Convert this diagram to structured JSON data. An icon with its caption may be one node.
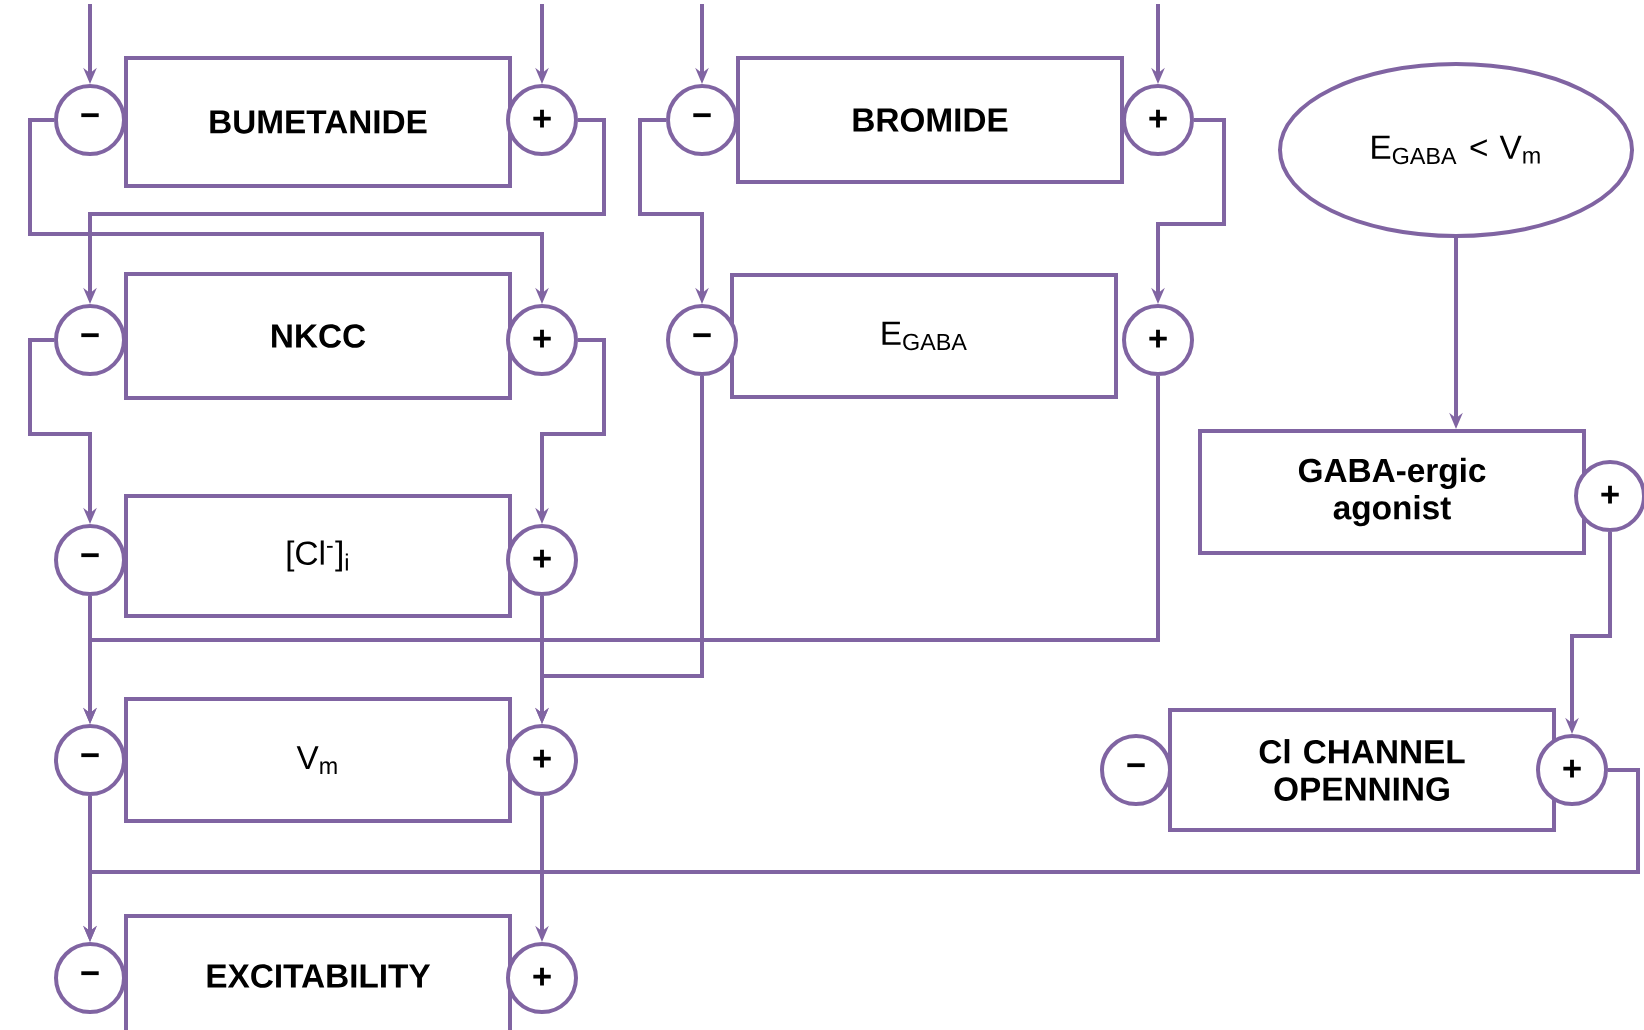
{
  "diagram": {
    "nodes": [
      {
        "text": [
          "BUMETANIDE"
        ]
      },
      {
        "text": [
          "−"
        ]
      },
      {
        "text": [
          "+"
        ]
      },
      {
        "text": [
          "BROMIDE"
        ]
      },
      {
        "text": [
          "−"
        ]
      },
      {
        "text": [
          "+"
        ]
      },
      {
        "text": [
          "E$_{GABA}$ < V$_{m}$"
        ]
      },
      {
        "text": [
          "NKCC"
        ]
      },
      {
        "text": [
          "−"
        ]
      },
      {
        "text": [
          "+"
        ]
      },
      {
        "text": [
          "E$_{GABA}$"
        ]
      },
      {
        "text": [
          "−"
        ]
      },
      {
        "text": [
          "+"
        ]
      },
      {
        "text": [
          "GABA-ergic agonist"
        ]
      },
      {
        "text": [
          "+"
        ]
      },
      {
        "text": [
          "[Cl$^{-}$]$_{i}$"
        ]
      },
      {
        "text": [
          "−"
        ]
      },
      {
        "text": [
          "+"
        ]
      },
      {
        "text": [
          "V$_{m}$"
        ]
      },
      {
        "text": [
          "−"
        ]
      },
      {
        "text": [
          "+"
        ]
      },
      {
        "text": [
          "Cl CHANNEL OPENNING"
        ]
      },
      {
        "text": [
          "−"
        ]
      },
      {
        "text": [
          "+"
        ]
      },
      {
        "text": [
          "EXCITABILITY"
        ]
      },
      {
        "text": [
          "−"
        ]
      },
      {
        "text": [
          "+"
        ]
      }
    ],
    "edges": [
      {
        "from": null,
        "to": 1,
        "arrow": "to"
      },
      {
        "from": null,
        "to": 2,
        "arrow": "to"
      },
      {
        "from": null,
        "to": 4,
        "arrow": "to"
      },
      {
        "from": null,
        "to": 5,
        "arrow": "to"
      },
      {
        "from": 1,
        "to": 9,
        "arrow": "to"
      },
      {
        "from": 2,
        "to": 8,
        "arrow": "to"
      },
      {
        "from": 4,
        "to": 11,
        "arrow": "to"
      },
      {
        "from": 5,
        "to": 12,
        "arrow": "to"
      },
      {
        "from": 6,
        "to": 13,
        "arrow": "to"
      },
      {
        "from": 8,
        "to": 16,
        "arrow": "to"
      },
      {
        "from": 9,
        "to": 17,
        "arrow": "to"
      },
      {
        "from": 14,
        "to": 23,
        "arrow": "to"
      },
      {
        "from": 16,
        "to": 19,
        "arrow": "to"
      },
      {
        "from": 12,
        "to": 19,
        "arrow": "to"
      },
      {
        "from": 17,
        "to": 20,
        "arrow": "to"
      },
      {
        "from": 11,
        "to": 20,
        "arrow": "to"
      },
      {
        "from": 19,
        "to": 25,
        "arrow": "to"
      },
      {
        "from": 23,
        "to": 25,
        "arrow": "to"
      },
      {
        "from": 20,
        "to": 26,
        "arrow": "to"
      }
    ]
  }
}
